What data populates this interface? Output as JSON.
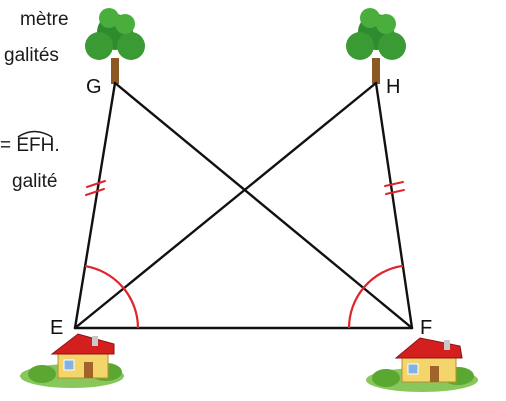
{
  "left_text_fragments": {
    "line1": "mètre",
    "line2": "galités",
    "line3_eq": "= ",
    "line3_angle": "EFH.",
    "line4": "galité"
  },
  "points": {
    "G": "G",
    "H": "H",
    "E": "E",
    "F": "F"
  },
  "icons": [
    "tree-icon",
    "tree-icon",
    "house-icon",
    "house-icon"
  ],
  "colors": {
    "line": "#111111",
    "mark": "#e0242b",
    "tree_foliage": "#2e8b2e",
    "tree_trunk": "#8a5a22",
    "roof": "#d41f1f",
    "wall": "#f4d56b",
    "grass": "#7cc04a"
  }
}
